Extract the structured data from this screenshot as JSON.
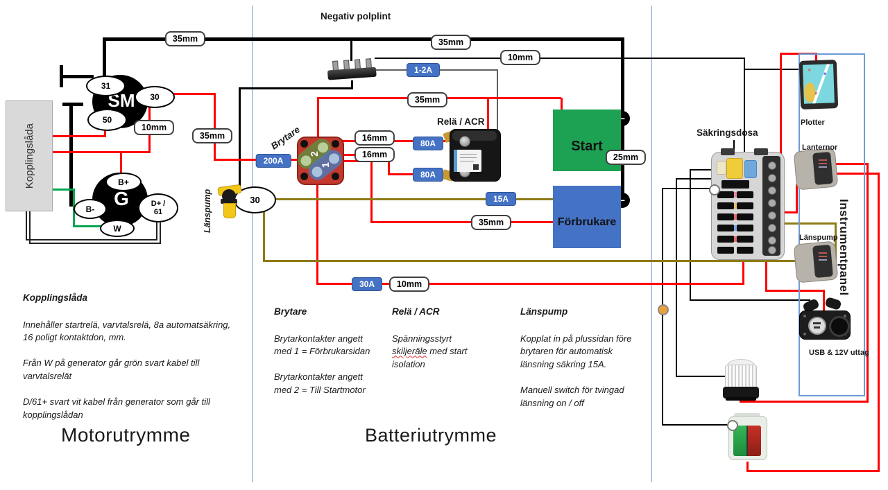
{
  "sections": {
    "motor": "Motorutrymme",
    "battery": "Batteriutrymme"
  },
  "headings": {
    "negativ_polplint": "Negativ polplint",
    "rela_acr": "Relä / ACR",
    "sakringsdosa": "Säkringsdosa",
    "brytare": "Brytare",
    "lanspump": "Länspump",
    "instrumentpanel": "Instrumentpanel"
  },
  "device_labels": {
    "plotter": "Plotter",
    "lanternor": "Lanternor",
    "lanspump_switch": "Länspump",
    "usb": "USB & 12V uttag"
  },
  "wire_sizes": {
    "mm35": "35mm",
    "mm25": "25mm",
    "mm16": "16mm",
    "mm10": "10mm"
  },
  "fuses": {
    "a200": "200A",
    "a80": "80A",
    "a30": "30A",
    "a15": "15A",
    "a12": "1-2A"
  },
  "terminals": {
    "t31": "31",
    "t30": "30",
    "t50": "50",
    "sm": "SM",
    "g": "G",
    "bplus": "B+",
    "bminus": "B-",
    "w": "W",
    "dplus": "D+ /",
    "d61": "61",
    "pump30": "30",
    "plus": "+",
    "minus": "−",
    "switch1": "1",
    "switch2": "2"
  },
  "batteries": {
    "start": "Start",
    "house": "Förbrukare"
  },
  "boxes": {
    "kopplingslada": "Kopplingslåda"
  },
  "notes": {
    "kopplingslada": {
      "title": "Kopplingslåda",
      "p1": "Innehåller startrelä, varvtalsrelä, 8a automatsäkring,\n16 poligt kontaktdon, mm.",
      "p2": "Från W på generator går grön svart kabel till\nvarvtalsrelät",
      "p3": "D/61+ svart vit kabel från generator som går till\nkopplingslådan"
    },
    "brytare": {
      "title": "Brytare",
      "p1": "Brytarkontakter angett\nmed 1 = Förbrukarsidan",
      "p2": "Brytarkontakter angett\nmed 2 = Till Startmotor"
    },
    "rela": {
      "title": "Relä / ACR",
      "l1": "Spänningsstyrt",
      "l2a": "skiljeräle",
      "l2b": " med start",
      "l3": "isolation"
    },
    "lanspump": {
      "title": "Länspump",
      "p1": "Kopplat in på plussidan före\nbrytaren för automatisk\nlänsning säkring 15A.",
      "p2": "Manuell switch för tvingad\nlänsning on / off"
    }
  },
  "colors": {
    "wire_red": "#ff0000",
    "wire_black": "#000000",
    "wire_olive": "#8e7a16",
    "wire_green": "#00a650",
    "fuse_badge": "#4472c4",
    "battery_start": "#1da153",
    "battery_house": "#4472c4",
    "separator": "#b4c7e7",
    "panel_border": "#6f9bd8"
  }
}
